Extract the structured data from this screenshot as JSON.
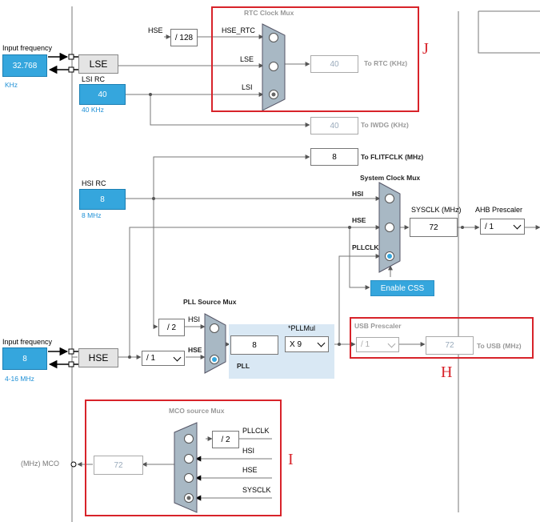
{
  "lse_block": {
    "input_label": "Input frequency",
    "input_value": "32.768",
    "unit": "KHz",
    "lse_label": "LSE"
  },
  "lsi_block": {
    "label": "LSI RC",
    "value": "40",
    "unit": "40 KHz"
  },
  "rtc_mux": {
    "title": "RTC Clock Mux",
    "hse_label": "HSE",
    "divider": "/ 128",
    "in_hse_rtc": "HSE_RTC",
    "in_lse": "LSE",
    "in_lsi": "LSI",
    "output_value": "40",
    "output_label": "To RTC (KHz)",
    "tag": "J"
  },
  "iwdg": {
    "value": "40",
    "label": "To IWDG (KHz)"
  },
  "flitf": {
    "value": "8",
    "label": "To FLITFCLK (MHz)"
  },
  "hsi_block": {
    "label": "HSI RC",
    "value": "8",
    "unit": "8 MHz"
  },
  "sys_mux": {
    "title": "System Clock Mux",
    "in_hsi": "HSI",
    "in_hse": "HSE",
    "in_pllclk": "PLLCLK",
    "sysclk_label": "SYSCLK (MHz)",
    "sysclk_value": "72",
    "ahb_label": "AHB Prescaler",
    "ahb_value": "/ 1",
    "enable_css": "Enable CSS"
  },
  "pll": {
    "source_title": "PLL Source Mux",
    "hsi_div": "/ 2",
    "in_hsi": "HSI",
    "in_hse": "HSE",
    "pll_input": "8",
    "mul_label": "*PLLMul",
    "mul_value": "X 9",
    "label": "PLL"
  },
  "hse_block": {
    "input_label": "Input frequency",
    "input_value": "8",
    "unit": "4-16 MHz",
    "hse_label": "HSE",
    "prediv": "/ 1"
  },
  "usb": {
    "title": "USB Prescaler",
    "prescaler": "/ 1",
    "value": "72",
    "label": "To USB (MHz)",
    "tag": "H"
  },
  "mco": {
    "title": "MCO source Mux",
    "div": "/ 2",
    "in_pllclk": "PLLCLK",
    "in_hsi": "HSI",
    "in_hse": "HSE",
    "in_sysclk": "SYSCLK",
    "out_label": "(MHz) MCO",
    "out_value": "72",
    "tag": "I"
  },
  "colors": {
    "accent_blue": "#35a6dd",
    "highlight_red": "#d8232a",
    "pll_background": "#d9e8f4"
  }
}
